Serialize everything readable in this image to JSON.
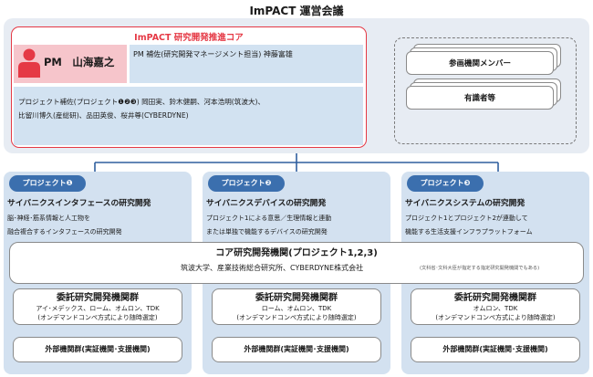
{
  "title": "ImPACT 運営会議",
  "core": {
    "title": "ImPACT 研究開発推進コア",
    "pm": "PM　山海嘉之",
    "pm_assistant": "PM 補佐(研究開発マネージメント担当) 神藤富雄",
    "project_assistants_line1": "プロジェクト補佐(プロジェクト❶❷❸) 岡田実、鈴木健嗣、河本浩明(筑波大)、",
    "project_assistants_line2": "比留川博久(産総研)、品田英俊、桜井尊(CYBERDYNE)"
  },
  "side": {
    "members": "参画機関メンバー",
    "experts": "有識者等"
  },
  "projects": [
    {
      "tab": "プロジェクト❶",
      "title": "サイバニクスインタフェースの研究開発",
      "desc1": "脳･神経･筋系情報と人工物を",
      "desc2": "融合複合するインタフェースの研究開発"
    },
    {
      "tab": "プロジェクト❷",
      "title": "サイバニクスデバイスの研究開発",
      "desc1": "プロジェクト1による意思／生理情報と連動",
      "desc2": "または単独で機能するデバイスの研究開発"
    },
    {
      "tab": "プロジェクト❸",
      "title": "サイバニクスシステムの研究開発",
      "desc1": "プロジェクト1とプロジェクト2が連動して",
      "desc2": "機能する生活支援インフラプラットフォーム"
    }
  ],
  "core_institution": {
    "title": "コア研究開発機関(プロジェクト1,2,3)",
    "members": "筑波大学、産業技術総合研究所、CYBERDYNE株式会社",
    "note": "(文科省･文科大臣が指定する指定研究開発機関でもある)"
  },
  "commissions": [
    {
      "title": "委託研究開発機関群",
      "members": "アイ･メデックス、ローム、オムロン、TDK",
      "note": "(オンデマンドコンペ方式により随時選定)"
    },
    {
      "title": "委託研究開発機関群",
      "members": "ローム、オムロン、TDK",
      "note": "(オンデマンドコンペ方式により随時選定)"
    },
    {
      "title": "委託研究開発機関群",
      "members": "オムロン、TDK",
      "note": "(オンデマンドコンペ方式により随時選定)"
    }
  ],
  "external": [
    "外部機関群(実証機関･支援機関)",
    "外部機関群(実証機関･支援機関)",
    "外部機関群(実証機関･支援機関)"
  ],
  "colors": {
    "core_border": "#e53945",
    "pm_fill": "#f6c5cb",
    "assist_fill": "#d2e2f1",
    "panel_fill": "#e7ecf3",
    "tab_fill": "#3b6fae",
    "connector": "#2f5f9e"
  },
  "icons": {
    "pm": "person-icon"
  }
}
